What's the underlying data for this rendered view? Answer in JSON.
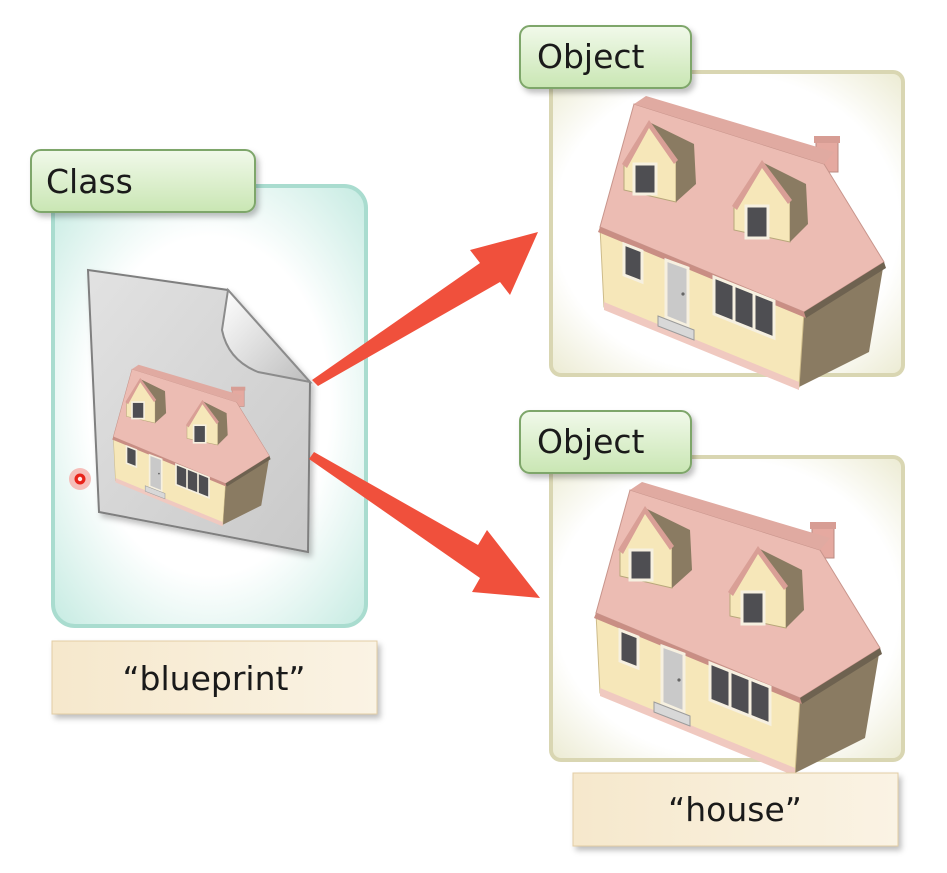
{
  "class_panel": {
    "tag_label": "Class",
    "caption": "“blueprint”"
  },
  "object_panels": [
    {
      "tag_label": "Object"
    },
    {
      "tag_label": "Object"
    }
  ],
  "object_caption": "“house”",
  "colors": {
    "tag_fill": "#d8eec8",
    "class_panel_glow": "#cfeee6",
    "object_panel_border": "#dcdcb4",
    "caption_fill": "#f3e2c2",
    "arrow": "#f0503c",
    "roof": "#e9b5ac",
    "wall": "#f5e6b8"
  },
  "icons": [
    "document-icon",
    "house-icon",
    "arrow-icon",
    "laser-pointer-icon"
  ]
}
